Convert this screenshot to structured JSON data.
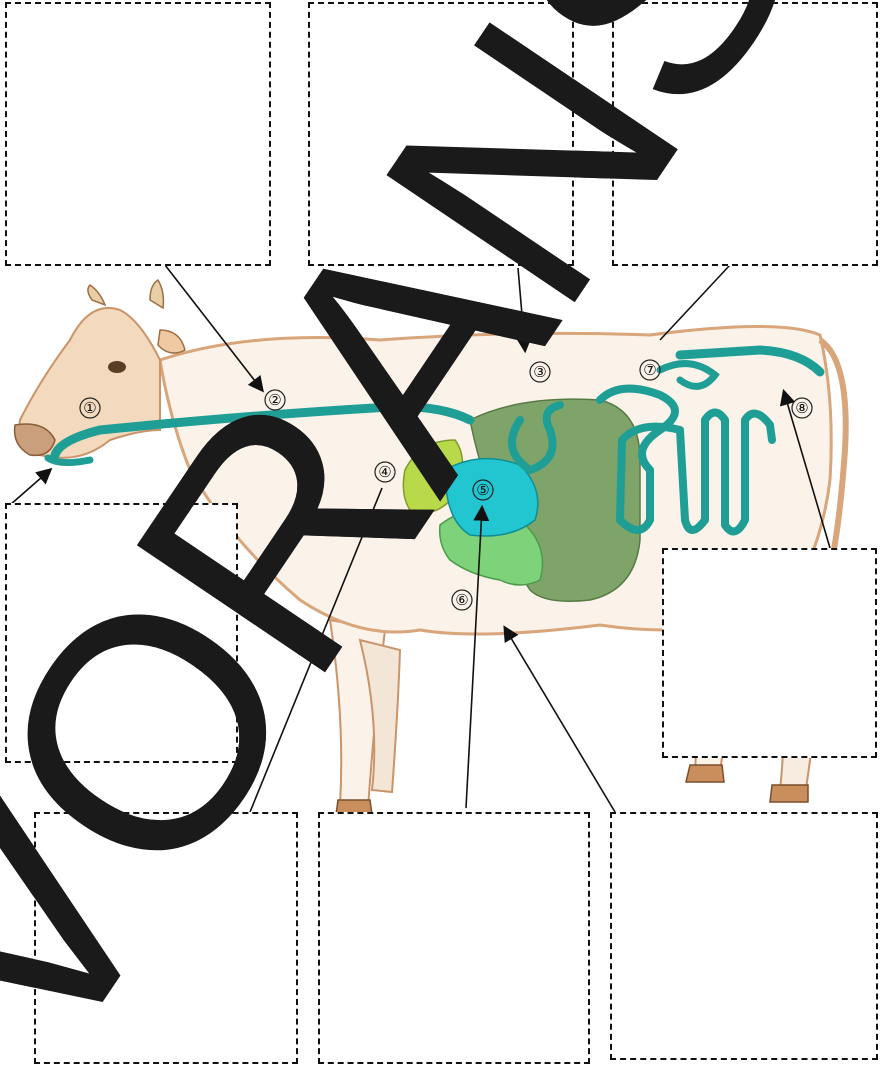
{
  "worksheet": {
    "label_boxes": [
      {
        "id": "box-top-left",
        "text": ""
      },
      {
        "id": "box-top-middle",
        "text": ""
      },
      {
        "id": "box-top-right",
        "text": ""
      },
      {
        "id": "box-mid-left",
        "text": ""
      },
      {
        "id": "box-mid-right",
        "text": ""
      },
      {
        "id": "box-bottom-left",
        "text": ""
      },
      {
        "id": "box-bottom-middle",
        "text": ""
      },
      {
        "id": "box-bottom-right",
        "text": ""
      }
    ],
    "markers": [
      "①",
      "②",
      "③",
      "④",
      "⑤",
      "⑥",
      "⑦",
      "⑧"
    ]
  },
  "watermark": {
    "text": "VORANSICHT"
  },
  "colors": {
    "tract": "#1f9e96",
    "tract_dark": "#0f6f69",
    "rumen": "#7fa46a",
    "reticulum": "#b7d94a",
    "omasum": "#22c6d0",
    "abomasum": "#7ed27a",
    "cow_body": "#fbf3ea",
    "cow_shade": "#e8b88f"
  }
}
